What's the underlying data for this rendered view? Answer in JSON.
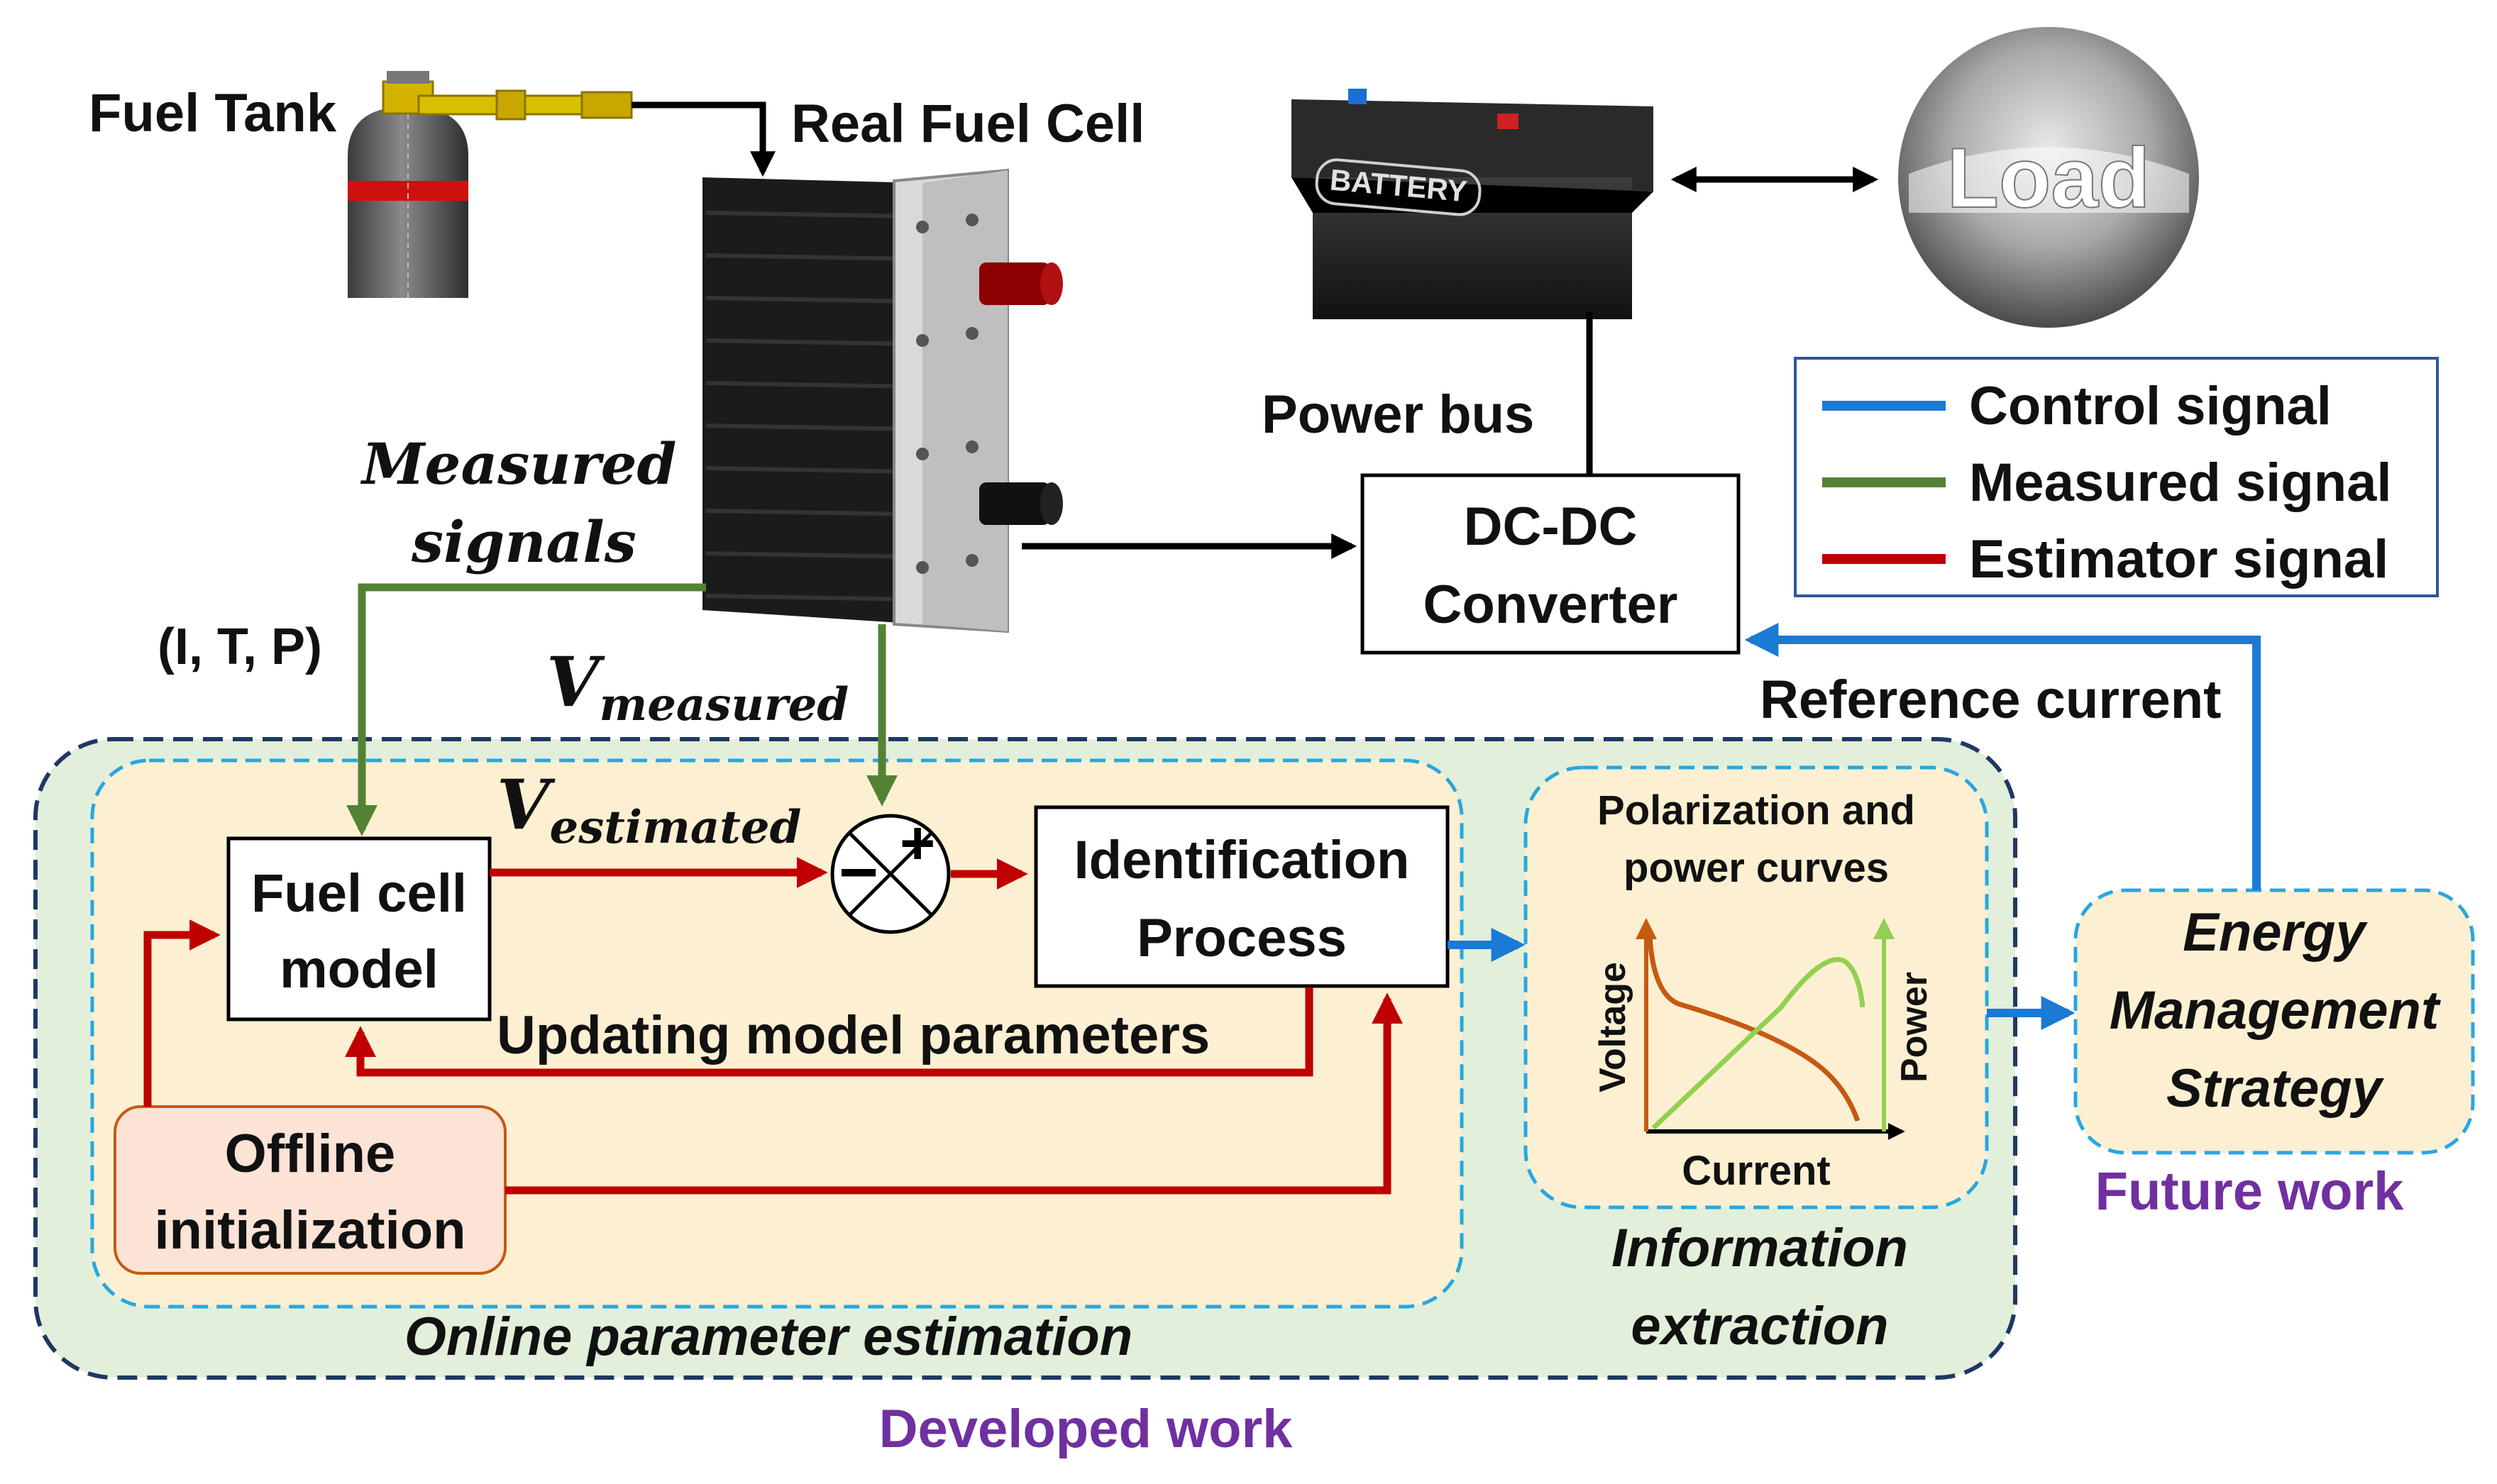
{
  "labels": {
    "fuel_tank": "Fuel Tank",
    "real_fuel_cell": "Real Fuel Cell",
    "power_bus": "Power bus",
    "battery": "BATTERY",
    "load": "Load",
    "dc_dc_line1": "DC-DC",
    "dc_dc_line2": "Converter",
    "measured_signals_line1": "Measured",
    "measured_signals_line2": "signals",
    "itp": "(I, T, P)",
    "v_measured_main": "V",
    "v_measured_sub": "measured",
    "v_estimated_main": "V",
    "v_estimated_sub": "estimated",
    "fuel_cell_model_line1": "Fuel cell",
    "fuel_cell_model_line2": "model",
    "identification_line1": "Identification",
    "identification_line2": "Process",
    "updating_params": "Updating model parameters",
    "offline_line1": "Offline",
    "offline_line2": "initialization",
    "online_param_estimation": "Online parameter estimation",
    "developed_work": "Developed work",
    "polarization_line1": "Polarization and",
    "polarization_line2": "power curves",
    "chart_y_left": "Voltage",
    "chart_y_right": "Power",
    "chart_x": "Current",
    "info_extraction_line1": "Information",
    "info_extraction_line2": "extraction",
    "reference_current": "Reference current",
    "ems_line1": "Energy",
    "ems_line2": "Management",
    "ems_line3": "Strategy",
    "future_work": "Future work",
    "sum_plus": "+",
    "sum_minus": "−"
  },
  "legend": [
    {
      "label": "Control signal",
      "color": "#1a7ad4"
    },
    {
      "label": "Measured signal",
      "color": "#548235"
    },
    {
      "label": "Estimator signal",
      "color": "#c00000"
    }
  ],
  "colors": {
    "control": "#1a7ad4",
    "measured": "#548235",
    "estimator": "#c00000",
    "developed_bg": "#e2efda",
    "online_bg": "#fdf0d2",
    "offline_bg": "#fbe3d6",
    "purple": "#7030a0"
  }
}
